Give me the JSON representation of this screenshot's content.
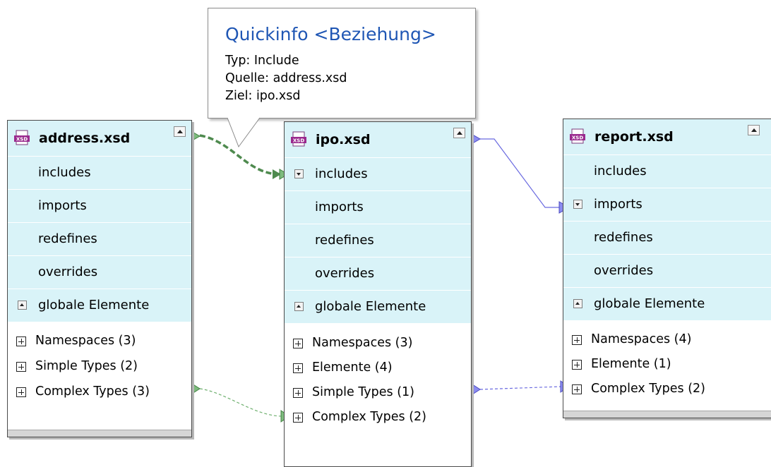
{
  "tooltip": {
    "title": "Quickinfo <Beziehung>",
    "type_line": "Typ: Include",
    "source_line": "Quelle: address.xsd",
    "target_line": "Ziel: ipo.xsd"
  },
  "boxes": [
    {
      "name": "address.xsd",
      "sections": [
        "includes",
        "imports",
        "redefines",
        "overrides"
      ],
      "global_label": "globale Elemente",
      "tree": [
        "Namespaces (3)",
        "Simple Types (2)",
        "Complex Types (3)"
      ]
    },
    {
      "name": "ipo.xsd",
      "sections": [
        "includes",
        "imports",
        "redefines",
        "overrides"
      ],
      "global_label": "globale Elemente",
      "tree": [
        "Namespaces (3)",
        "Elemente (4)",
        "Simple Types (1)",
        "Complex Types (2)"
      ]
    },
    {
      "name": "report.xsd",
      "sections": [
        "includes",
        "imports",
        "redefines",
        "overrides"
      ],
      "global_label": "globale Elemente",
      "tree": [
        "Namespaces (4)",
        "Elemente (1)",
        "Complex Types (2)"
      ]
    }
  ],
  "icons": {
    "file": "xsd-file-icon",
    "collapse": "collapse-up-icon",
    "expand": "expand-down-icon",
    "tree_toggle": "plus-icon",
    "connector": "connector-arrow-icon"
  },
  "colors": {
    "panel_bg": "#d9f3f8",
    "include_link": "#4e8a4e",
    "import_link": "#6a6ae0",
    "tooltip_title": "#1f56b4",
    "xsd_icon": "#9a2a8e"
  }
}
